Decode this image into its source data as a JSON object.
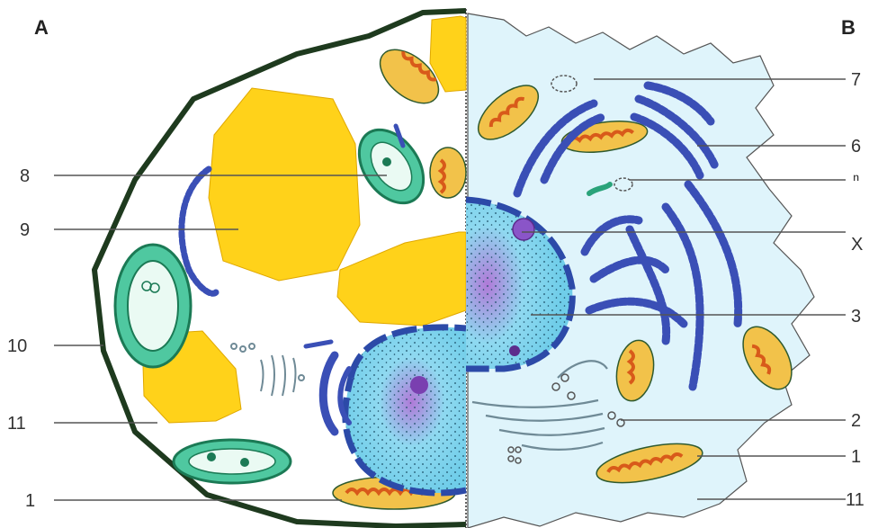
{
  "panel_a": {
    "label": "A"
  },
  "panel_b": {
    "label": "B"
  },
  "labels_left": [
    "8",
    "9",
    "10",
    "11",
    "1"
  ],
  "labels_right": [
    "7",
    "6",
    "ⁿ",
    "X",
    "3",
    "2",
    "1",
    "11"
  ],
  "colors": {
    "cell_wall": "#1e3a1e",
    "chloroplast": "#2aa37a",
    "vacuole": "#ffd21a",
    "nucleus": "#7fd6ef",
    "nucleolus": "#8a55c8",
    "er": "#3a4fb6",
    "mitochondrion": "#f2c24a",
    "mito_cristae": "#d85a1a",
    "golgi": "#8aa0a8"
  }
}
